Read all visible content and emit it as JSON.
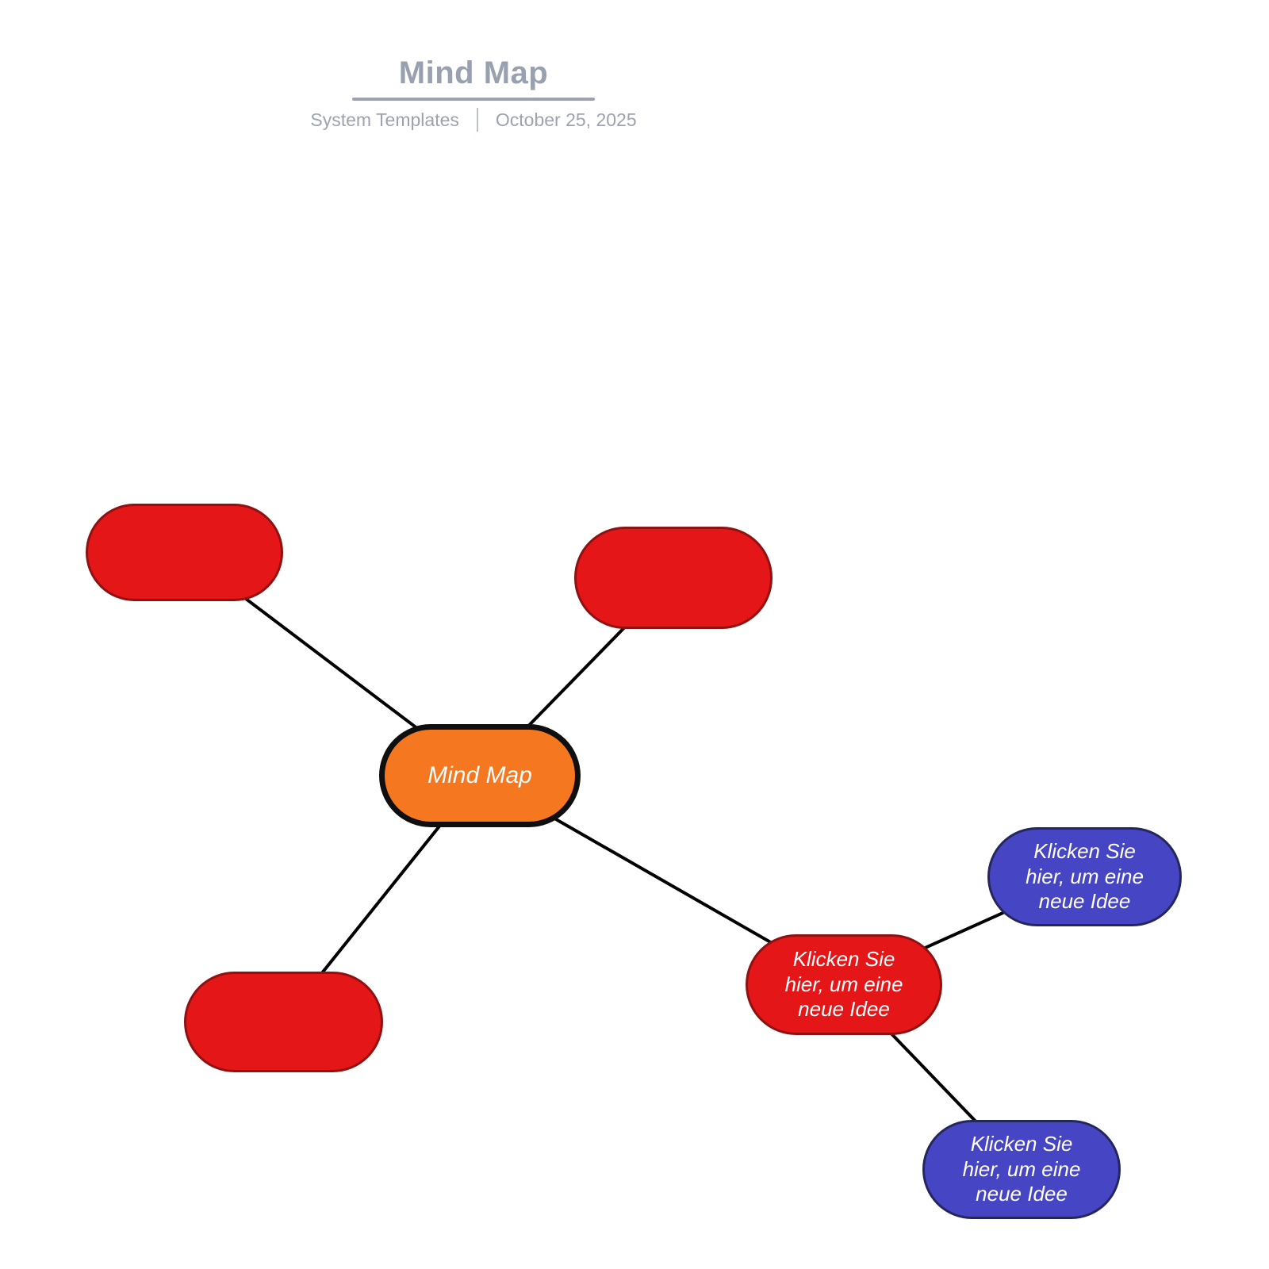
{
  "header": {
    "title": "Mind Map",
    "subtitle_left": "System Templates",
    "subtitle_right": "October 25, 2025"
  },
  "nodes": [
    {
      "id": "root",
      "label": "Mind Map",
      "color": "orange"
    },
    {
      "id": "branch-top-left",
      "label": "",
      "color": "red"
    },
    {
      "id": "branch-top-center",
      "label": "",
      "color": "red"
    },
    {
      "id": "branch-bottom-left",
      "label": "",
      "color": "red"
    },
    {
      "id": "branch-right",
      "label": "Klicken Sie hier, um eine neue Idee",
      "color": "red"
    },
    {
      "id": "child-top-right",
      "label": "Klicken Sie hier, um eine neue Idee",
      "color": "blue"
    },
    {
      "id": "child-bottom-right",
      "label": "Klicken Sie hier, um eine neue Idee",
      "color": "blue"
    }
  ],
  "edges": [
    {
      "from": "root",
      "to": "branch-top-left"
    },
    {
      "from": "root",
      "to": "branch-top-center"
    },
    {
      "from": "root",
      "to": "branch-bottom-left"
    },
    {
      "from": "root",
      "to": "branch-right"
    },
    {
      "from": "branch-right",
      "to": "child-top-right"
    },
    {
      "from": "branch-right",
      "to": "child-bottom-right"
    }
  ],
  "colors": {
    "red_fill": "#E41617",
    "red_border": "#8F1112",
    "orange_fill": "#F5771F",
    "orange_border": "#0F0F0F",
    "blue_fill": "#4645C4",
    "blue_border": "#25265C",
    "edge_line": "#000000",
    "title_text": "#99A1B0",
    "subtitle_text": "#9CA3AF"
  }
}
